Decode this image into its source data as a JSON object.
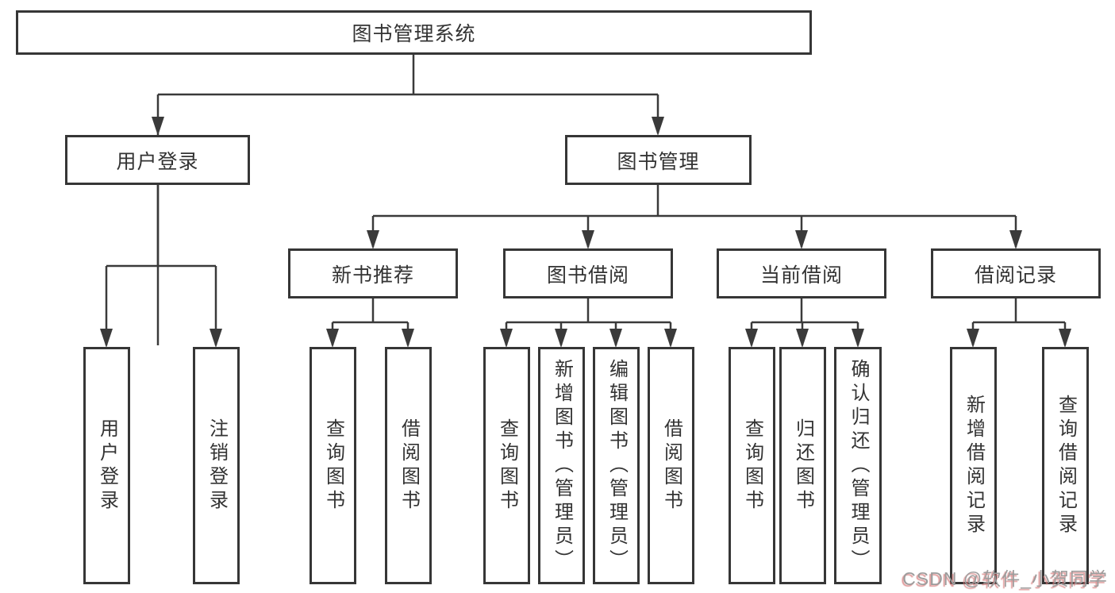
{
  "diagram": {
    "title": "图书管理系统",
    "root": {
      "label": "图书管理系统"
    },
    "level2": [
      {
        "label": "用户登录"
      },
      {
        "label": "图书管理"
      }
    ],
    "level3": [
      {
        "label": "新书推荐"
      },
      {
        "label": "图书借阅"
      },
      {
        "label": "当前借阅"
      },
      {
        "label": "借阅记录"
      }
    ],
    "leaves": {
      "userLogin": [
        "用户登录",
        "注销登录"
      ],
      "newBookRec": [
        "查询图书",
        "借阅图书"
      ],
      "bookBorrow": [
        "查询图书",
        "新增图书（管理员）",
        "编辑图书（管理员）",
        "借阅图书"
      ],
      "currentBorrow": [
        "查询图书",
        "归还图书",
        "确认归还（管理员）"
      ],
      "borrowRecords": [
        "新增借阅记录",
        "查询借阅记录"
      ]
    },
    "colors": {
      "line": "#3a3a3a",
      "text": "#333333",
      "background": "#ffffff",
      "watermark_text": "#9c9c9c",
      "watermark_shadow": "#d57878"
    }
  },
  "watermark": {
    "text": "CSDN @软件_小贺同学"
  }
}
